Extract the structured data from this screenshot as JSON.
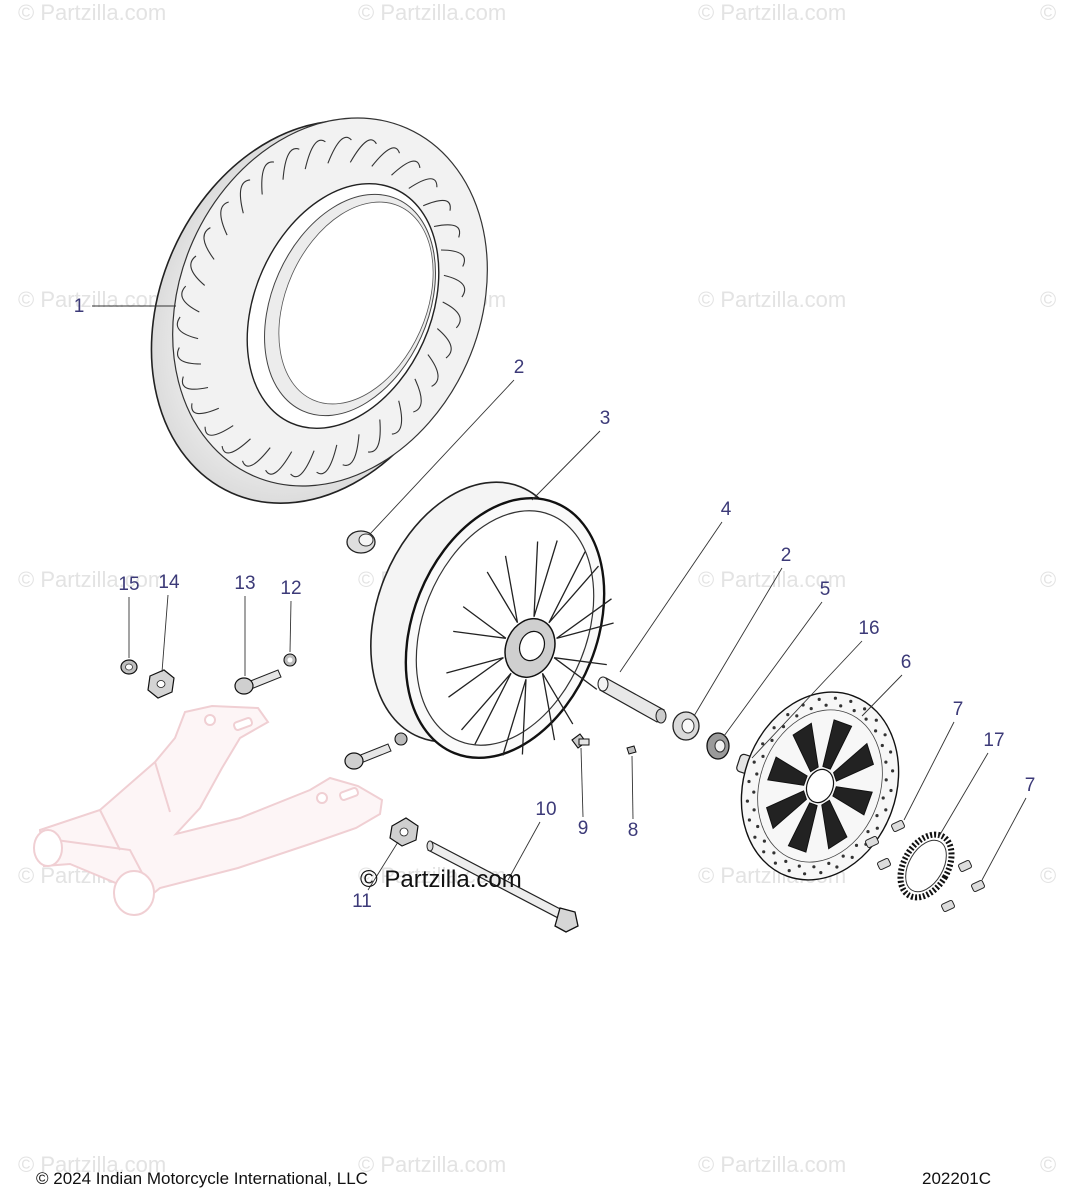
{
  "watermark": {
    "text": "© Partzilla.com",
    "corner_text": "©"
  },
  "brand_watermark": "© Partzilla.com",
  "footer": {
    "copyright": "© 2024 Indian Motorcycle International, LLC",
    "diagram_code": "202201C"
  },
  "callouts": [
    {
      "id": "1",
      "label": "1",
      "part": "tire"
    },
    {
      "id": "2a",
      "label": "2",
      "part": "bearing-left"
    },
    {
      "id": "3",
      "label": "3",
      "part": "wheel"
    },
    {
      "id": "4",
      "label": "4",
      "part": "spacer-tube"
    },
    {
      "id": "2b",
      "label": "2",
      "part": "bearing-right"
    },
    {
      "id": "5",
      "label": "5",
      "part": "seal"
    },
    {
      "id": "16",
      "label": "16",
      "part": "spacer"
    },
    {
      "id": "6",
      "label": "6",
      "part": "brake-rotor"
    },
    {
      "id": "7a",
      "label": "7",
      "part": "rotor-bolt"
    },
    {
      "id": "17",
      "label": "17",
      "part": "abs-tone-ring"
    },
    {
      "id": "7b",
      "label": "7",
      "part": "rotor-bolt"
    },
    {
      "id": "15",
      "label": "15",
      "part": "nut"
    },
    {
      "id": "14",
      "label": "14",
      "part": "adjuster-block"
    },
    {
      "id": "13",
      "label": "13",
      "part": "adjuster-bolt"
    },
    {
      "id": "12",
      "label": "12",
      "part": "nut"
    },
    {
      "id": "9",
      "label": "9",
      "part": "valve-stem"
    },
    {
      "id": "8",
      "label": "8",
      "part": "valve-cap"
    },
    {
      "id": "10",
      "label": "10",
      "part": "axle"
    },
    {
      "id": "11",
      "label": "11",
      "part": "adjuster-plate"
    }
  ]
}
